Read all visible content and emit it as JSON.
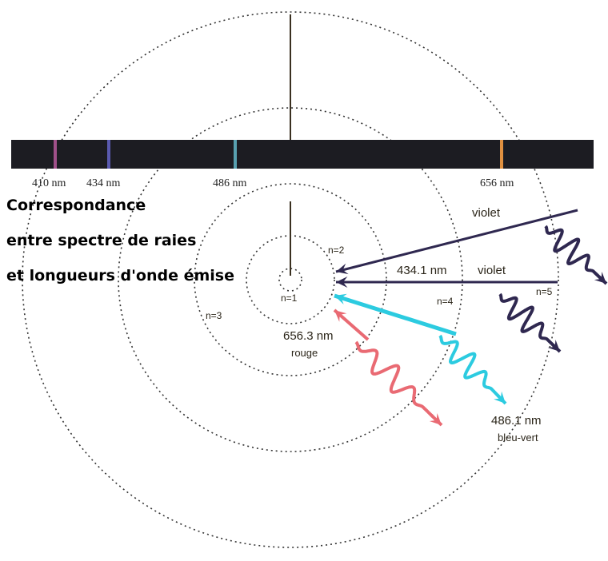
{
  "spectrum": {
    "lines": [
      {
        "label": "410 nm",
        "color": "#a0508a"
      },
      {
        "label": "434 nm",
        "color": "#5a5ab0"
      },
      {
        "label": "486 nm",
        "color": "#58a0b0"
      },
      {
        "label": "656 nm",
        "color": "#e09040"
      }
    ]
  },
  "title": {
    "line1": "Correspondance",
    "line2": "entre spectre de raies",
    "line3": "et longueurs d'onde émise"
  },
  "levels": {
    "n1": "n=1",
    "n2": "n=2",
    "n3": "n=3",
    "n4": "n=4",
    "n5": "n=5"
  },
  "transitions": {
    "violet_top": {
      "color_name": "violet",
      "color": "#2f2850"
    },
    "violet_434": {
      "wavelength": "434.1 nm",
      "color_name": "violet",
      "color": "#2f2850"
    },
    "blue_green": {
      "wavelength": "486.1 nm",
      "color_name": "bleu-vert",
      "color": "#2ccbe0"
    },
    "red": {
      "wavelength": "656.3 nm",
      "color_name": "rouge",
      "color": "#e96a73"
    }
  }
}
